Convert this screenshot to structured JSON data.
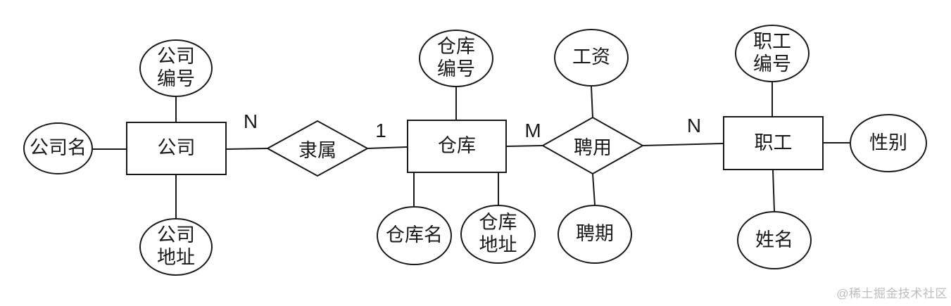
{
  "diagram": {
    "type": "entity-relationship",
    "entities": [
      {
        "id": "company",
        "label": "公司"
      },
      {
        "id": "warehouse",
        "label": "仓库"
      },
      {
        "id": "employee",
        "label": "职工"
      }
    ],
    "relationships": [
      {
        "id": "belongs-to",
        "label": "隶属",
        "left_entity": "company",
        "right_entity": "warehouse",
        "left_cardinality": "N",
        "right_cardinality": "1"
      },
      {
        "id": "employs",
        "label": "聘用",
        "left_entity": "warehouse",
        "right_entity": "employee",
        "left_cardinality": "M",
        "right_cardinality": "N"
      }
    ],
    "attributes": [
      {
        "id": "company-id",
        "owner": "company",
        "label": "公司\n编号"
      },
      {
        "id": "company-name",
        "owner": "company",
        "label": "公司名"
      },
      {
        "id": "company-address",
        "owner": "company",
        "label": "公司\n地址"
      },
      {
        "id": "warehouse-id",
        "owner": "warehouse",
        "label": "仓库\n编号"
      },
      {
        "id": "warehouse-name",
        "owner": "warehouse",
        "label": "仓库名"
      },
      {
        "id": "warehouse-address",
        "owner": "warehouse",
        "label": "仓库\n地址"
      },
      {
        "id": "salary",
        "owner": "employs",
        "label": "工资"
      },
      {
        "id": "employment-term",
        "owner": "employs",
        "label": "聘期"
      },
      {
        "id": "employee-id",
        "owner": "employee",
        "label": "职工\n编号"
      },
      {
        "id": "employee-name",
        "owner": "employee",
        "label": "姓名"
      },
      {
        "id": "gender",
        "owner": "employee",
        "label": "性别"
      }
    ],
    "cardinality_labels": [
      {
        "id": "company-belongs",
        "value": "N"
      },
      {
        "id": "belongs-warehouse",
        "value": "1"
      },
      {
        "id": "warehouse-employs",
        "value": "M"
      },
      {
        "id": "employs-employee",
        "value": "N"
      }
    ]
  },
  "watermark": {
    "text": "@稀土掘金技术社区"
  },
  "colors": {
    "stroke": "#1a1a1a",
    "background": "#ffffff",
    "watermark": "#bdbdbd"
  }
}
